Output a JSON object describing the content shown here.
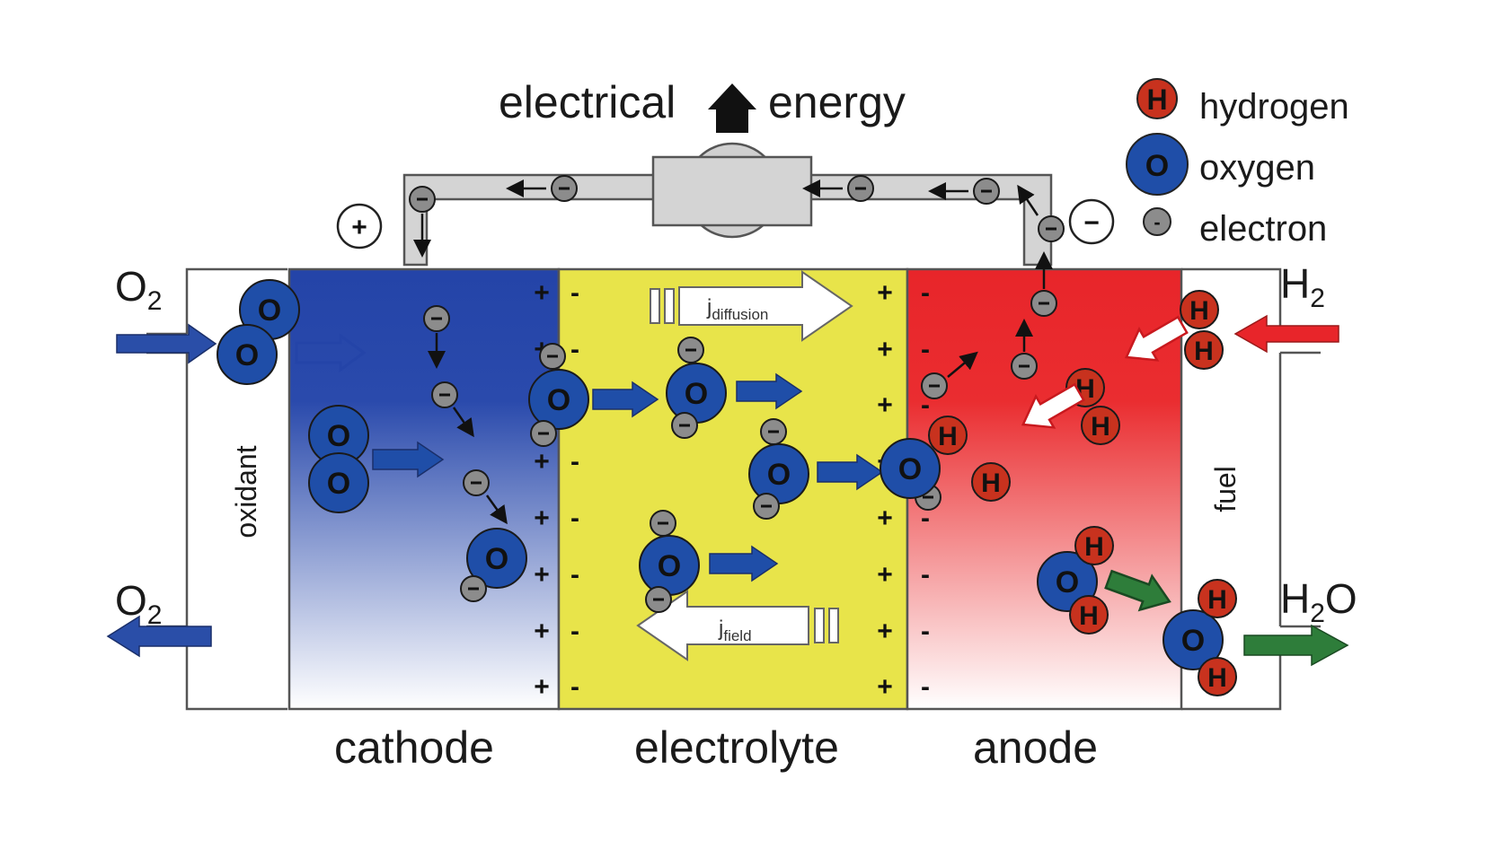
{
  "labels": {
    "top_left": "electrical",
    "top_right": "energy",
    "cathode": "cathode",
    "electrolyte": "electrolyte",
    "anode": "anode",
    "oxidant": "oxidant",
    "fuel": "fuel",
    "o2_in_main": "O",
    "o2_in_sub": "2",
    "o2_out_main": "O",
    "o2_out_sub": "2",
    "h2_in_main": "H",
    "h2_in_sub": "2",
    "h2o_out_h": "H",
    "h2o_out_sub": "2",
    "h2o_out_o": "O",
    "positive_terminal": "+",
    "negative_terminal": "−",
    "j_diffusion_main": "j",
    "j_diffusion_sub": "diffusion",
    "j_field_main": "j",
    "j_field_sub": "field"
  },
  "legend": [
    {
      "symbol": "H",
      "label": "hydrogen"
    },
    {
      "symbol": "O",
      "label": "oxygen"
    },
    {
      "symbol": "-",
      "label": "electron"
    }
  ],
  "atoms": {
    "oxygen_symbol": "O",
    "hydrogen_symbol": "H",
    "electron_symbol": "-",
    "plus_sign": "+",
    "minus_sign": "-"
  },
  "colors": {
    "cathode_blue": "#2444a8",
    "electrolyte_yellow": "#e8e44a",
    "anode_red": "#e8252a",
    "oxygen_atom": "#1f4ea8",
    "hydrogen_atom": "#c8321e",
    "electron": "#8c8c8c",
    "wire": "#d4d4d4",
    "product_green": "#2e7d3a"
  }
}
